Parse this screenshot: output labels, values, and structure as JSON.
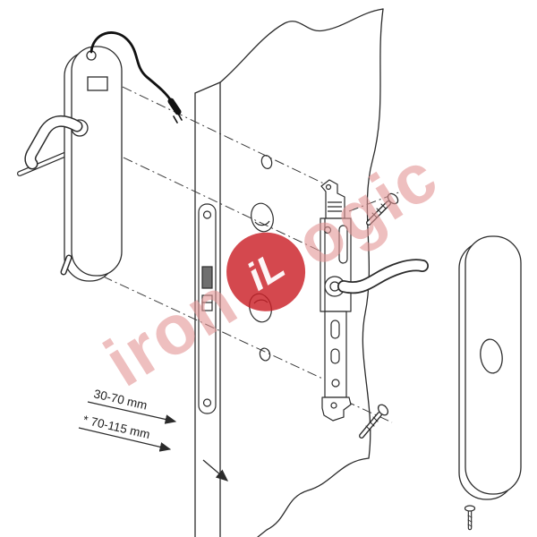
{
  "colors": {
    "line": "#2b2b2b",
    "cable": "#111111",
    "latch_fill": "#6f6f6f",
    "watermark_text": "#e29494",
    "logo_red": "#cb2027"
  },
  "watermark": {
    "prefix": "iron",
    "logo_text": "iL",
    "suffix": "ogic"
  },
  "annotations": {
    "thickness_range": "30-70 mm",
    "thickness_range_alt": "* 70-115 mm"
  }
}
